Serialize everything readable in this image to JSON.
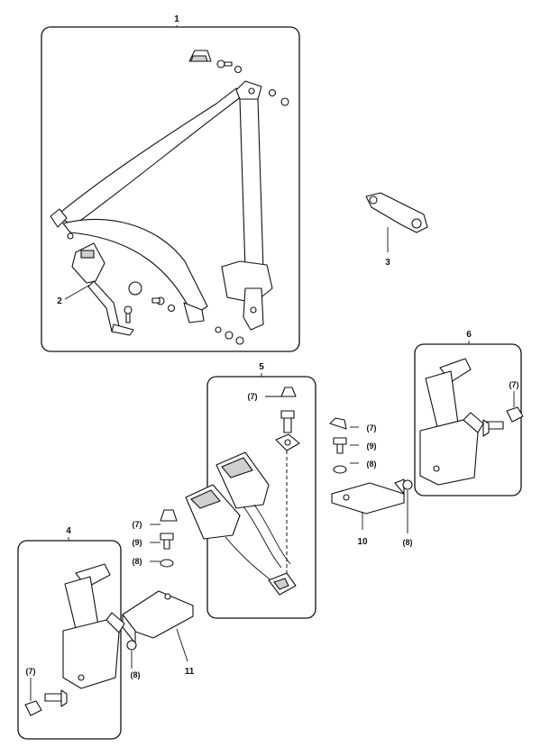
{
  "callouts": {
    "c1": "1",
    "c2": "2",
    "c3": "3",
    "c4": "4",
    "c5": "5",
    "c6": "6",
    "c10": "10",
    "c11": "11",
    "p7_a": "(7)",
    "p7_b": "(7)",
    "p7_c": "(7)",
    "p7_d": "(7)",
    "p7_e": "(7)",
    "p9_a": "(9)",
    "p9_b": "(9)",
    "p8_a": "(8)",
    "p8_b": "(8)",
    "p8_c": "(8)",
    "p8_d": "(8)"
  },
  "colors": {
    "line": "#111111",
    "shade": "#cfcfcf",
    "background": "#ffffff"
  }
}
